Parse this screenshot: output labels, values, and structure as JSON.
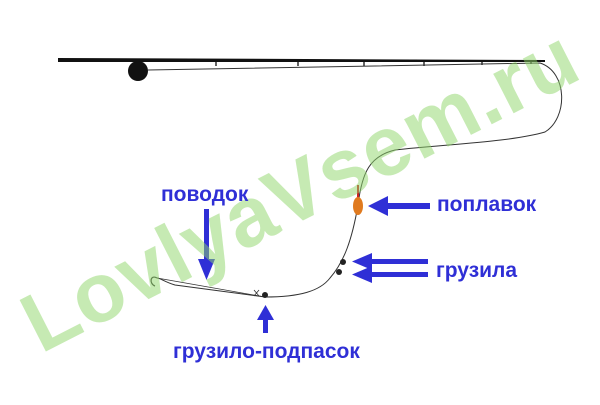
{
  "colors": {
    "label": "#2f2fd6",
    "arrow": "#2f2fd6",
    "watermark": "#8fd66a",
    "rod": "#111111",
    "line": "#333333",
    "float_body": "#e07a1f",
    "float_tip": "#cc2222",
    "sinker": "#222222"
  },
  "labels": {
    "leader": "поводок",
    "float": "поплавок",
    "sinkers": "грузила",
    "bottom_sinker": "грузило-подпасок"
  },
  "watermark": {
    "text": "LovlyaVsem.ru"
  },
  "icons": {
    "rod": "fishing-rod-icon",
    "reel": "reel-icon",
    "float": "float-icon",
    "hook": "hook-icon"
  }
}
